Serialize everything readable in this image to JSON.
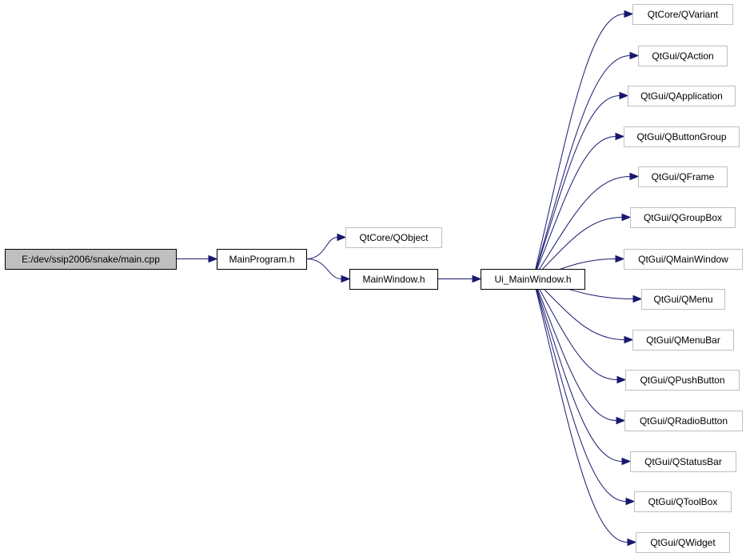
{
  "diagram": {
    "colors": {
      "edge": "#191970",
      "root_fill": "#bfbfbf",
      "root_border": "#000000",
      "local_border": "#000000",
      "external_border": "#bfbfbf",
      "node_fill": "#ffffff"
    },
    "nodes": [
      {
        "id": "main",
        "label": "E:/dev/ssip2006/snake/main.cpp",
        "kind": "root"
      },
      {
        "id": "mainprogram",
        "label": "MainProgram.h",
        "kind": "local"
      },
      {
        "id": "qobject",
        "label": "QtCore/QObject",
        "kind": "external"
      },
      {
        "id": "mainwindow",
        "label": "MainWindow.h",
        "kind": "local"
      },
      {
        "id": "ui_mainwindow",
        "label": "Ui_MainWindow.h",
        "kind": "local"
      },
      {
        "id": "qvariant",
        "label": "QtCore/QVariant",
        "kind": "external"
      },
      {
        "id": "qaction",
        "label": "QtGui/QAction",
        "kind": "external"
      },
      {
        "id": "qapplication",
        "label": "QtGui/QApplication",
        "kind": "external"
      },
      {
        "id": "qbuttongroup",
        "label": "QtGui/QButtonGroup",
        "kind": "external"
      },
      {
        "id": "qframe",
        "label": "QtGui/QFrame",
        "kind": "external"
      },
      {
        "id": "qgroupbox",
        "label": "QtGui/QGroupBox",
        "kind": "external"
      },
      {
        "id": "qmainwindow",
        "label": "QtGui/QMainWindow",
        "kind": "external"
      },
      {
        "id": "qmenu",
        "label": "QtGui/QMenu",
        "kind": "external"
      },
      {
        "id": "qmenubar",
        "label": "QtGui/QMenuBar",
        "kind": "external"
      },
      {
        "id": "qpushbutton",
        "label": "QtGui/QPushButton",
        "kind": "external"
      },
      {
        "id": "qradiobutton",
        "label": "QtGui/QRadioButton",
        "kind": "external"
      },
      {
        "id": "qstatusbar",
        "label": "QtGui/QStatusBar",
        "kind": "external"
      },
      {
        "id": "qtoolbox",
        "label": "QtGui/QToolBox",
        "kind": "external"
      },
      {
        "id": "qwidget",
        "label": "QtGui/QWidget",
        "kind": "external"
      }
    ],
    "edges": [
      {
        "from": "main",
        "to": "mainprogram"
      },
      {
        "from": "mainprogram",
        "to": "qobject"
      },
      {
        "from": "mainprogram",
        "to": "mainwindow"
      },
      {
        "from": "mainwindow",
        "to": "ui_mainwindow"
      },
      {
        "from": "ui_mainwindow",
        "to": "qvariant"
      },
      {
        "from": "ui_mainwindow",
        "to": "qaction"
      },
      {
        "from": "ui_mainwindow",
        "to": "qapplication"
      },
      {
        "from": "ui_mainwindow",
        "to": "qbuttongroup"
      },
      {
        "from": "ui_mainwindow",
        "to": "qframe"
      },
      {
        "from": "ui_mainwindow",
        "to": "qgroupbox"
      },
      {
        "from": "ui_mainwindow",
        "to": "qmainwindow"
      },
      {
        "from": "ui_mainwindow",
        "to": "qmenu"
      },
      {
        "from": "ui_mainwindow",
        "to": "qmenubar"
      },
      {
        "from": "ui_mainwindow",
        "to": "qpushbutton"
      },
      {
        "from": "ui_mainwindow",
        "to": "qradiobutton"
      },
      {
        "from": "ui_mainwindow",
        "to": "qstatusbar"
      },
      {
        "from": "ui_mainwindow",
        "to": "qtoolbox"
      },
      {
        "from": "ui_mainwindow",
        "to": "qwidget"
      }
    ]
  }
}
